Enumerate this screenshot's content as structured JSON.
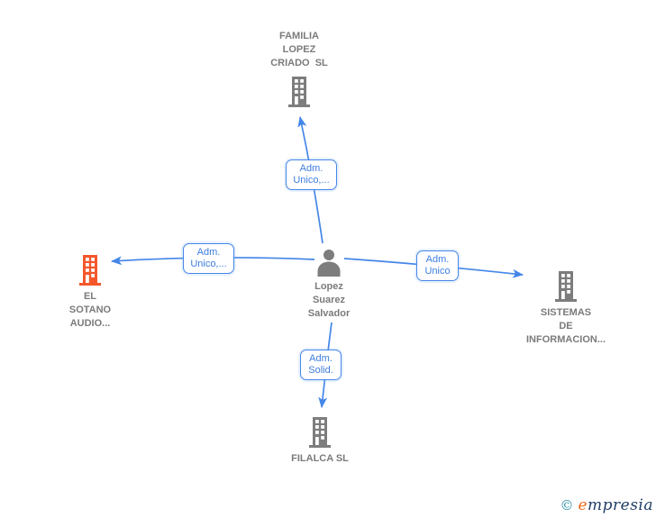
{
  "palette": {
    "edge_blue": "#4486e8",
    "label_blue": "#3d7de0",
    "node_gray": "#7b7b7b",
    "icon_gray": "#7d7d7d",
    "icon_orange": "#f4572b",
    "logo_teal": "#2e8fa3",
    "logo_orange": "#f26a21",
    "logo_navy": "#1f3e66"
  },
  "nodes": {
    "familia": {
      "label": "FAMILIA\nLOPEZ\nCRIADO  SL",
      "type": "company"
    },
    "sotano": {
      "label": "EL\nSOTANO\nAUDIO...",
      "type": "company"
    },
    "person": {
      "label": "Lopez\nSuarez\nSalvador",
      "type": "person"
    },
    "sistemas": {
      "label": "SISTEMAS\nDE\nINFORMACION...",
      "type": "company"
    },
    "filalca": {
      "label": "FILALCA SL",
      "type": "company"
    }
  },
  "edge_labels": {
    "top": "Adm.\nUnico,...",
    "left": "Adm.\nUnico,...",
    "right": "Adm.\nUnico",
    "bottom": "Adm.\nSolid."
  },
  "footer": {
    "copyright": "©",
    "brand_e": "e",
    "brand_rest": "mpresia"
  }
}
